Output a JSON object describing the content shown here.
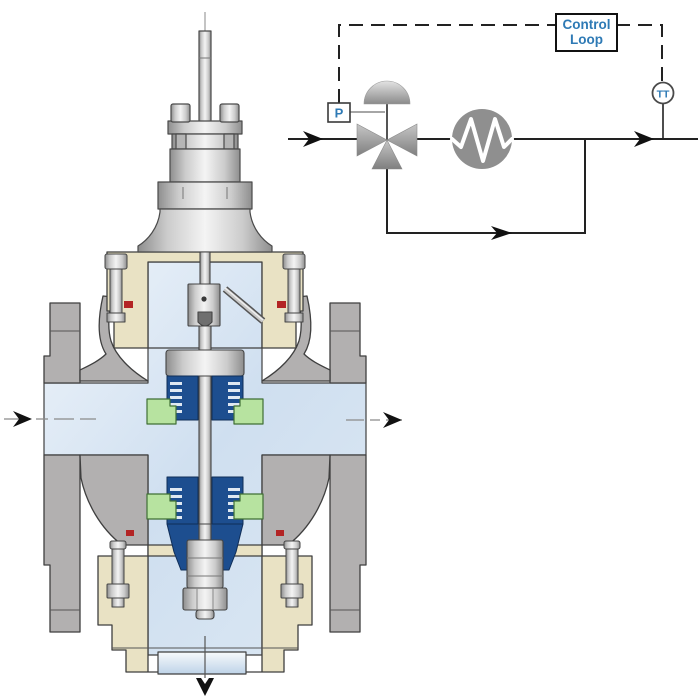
{
  "figure": {
    "title": "control-valve-with-control-loop-schematic",
    "schematic": {
      "control_loop": {
        "line1": "Control",
        "line2": "Loop"
      },
      "positioner_label": "P",
      "transmitter_label": "TT",
      "label_color": "#2e7ab5",
      "line_color": "#222222",
      "symbol_gray": "#8f8f8f",
      "components": [
        "inlet-flow-arrow",
        "positioner",
        "diaphragm-actuator",
        "three-way-control-valve",
        "heat-exchanger",
        "bypass-line-with-arrow",
        "outlet-flow-arrow",
        "temperature-transmitter",
        "control-loop-signal-line"
      ]
    },
    "illustration": {
      "name": "control-valve-cross-section",
      "palette": {
        "body_gray": "#b2b0b0",
        "bonnet_cream": "#e9e2c4",
        "flow_blue_light": "#e9f1f8",
        "flow_blue": "#c2d5e8",
        "trim_navy": "#1d4e8f",
        "seat_green": "#b7e3a0",
        "gasket_red": "#b32424",
        "metal_light": "#f4f4f4",
        "metal_dark": "#8e8e8e",
        "outline": "#3f3f3f"
      },
      "flow_markers": [
        "inlet-arrow-left",
        "outlet-arrow-right",
        "bottom-port-arrow"
      ]
    }
  }
}
